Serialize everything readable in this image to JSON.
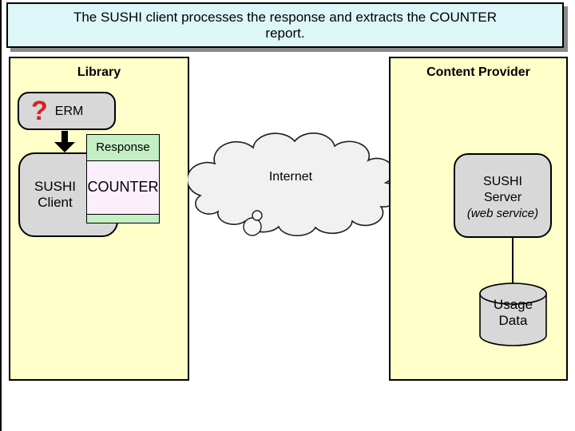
{
  "title_banner": {
    "text": "The SUSHI client processes the response and extracts the COUNTER report."
  },
  "library_panel": {
    "header": "Library",
    "erm": {
      "question_mark": "?",
      "label": "ERM"
    },
    "sushi_client": {
      "line1": "SUSHI",
      "line2": "Client"
    },
    "response": {
      "header": "Response",
      "content": "COUNTER"
    }
  },
  "internet_cloud": {
    "label": "Internet"
  },
  "content_provider_panel": {
    "header": "Content Provider",
    "sushi_server": {
      "line1": "SUSHI",
      "line2": "Server",
      "line3": "(web service)"
    },
    "usage_data": {
      "line1": "Usage",
      "line2": "Data"
    }
  },
  "colors": {
    "panel_background": "#ffffc9",
    "title_background": "#ddf6f7",
    "box_gray": "#d8d8d8",
    "response_green": "#c4efc4",
    "counter_pink": "#fbeffb",
    "question_red": "#dd2020",
    "cloud_gray": "#f1f1f1"
  }
}
